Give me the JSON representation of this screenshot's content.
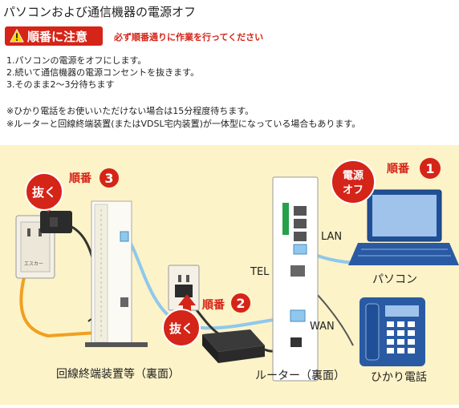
{
  "title": "パソコンおよび通信機器の電源オフ",
  "warning": {
    "badge_label": "順番に注意",
    "note": "必ず順番通りに作業を行ってください"
  },
  "steps": [
    "1.パソコンの電源をオフにします。",
    "2.続いて通信機器の電源コンセントを抜きます。",
    "3.そのまま2〜3分待ちます"
  ],
  "notes": [
    "※ひかり電話をお使いいただけない場合は15分程度待ちます。",
    "※ルーターと回線終端装置(またはVDSL宅内装置)が一体型になっている場合もあります。"
  ],
  "diagram": {
    "order_word": "順番",
    "order1": "1",
    "order2": "2",
    "order3": "3",
    "power_off_line1": "電源",
    "power_off_line2": "オフ",
    "unplug": "抜く",
    "unplug2": "抜く",
    "port_lan": "LAN",
    "port_tel": "TEL",
    "port_wan": "WAN",
    "device_pc": "パソコン",
    "device_onu": "回線終端装置等（裏面）",
    "device_router": "ルーター（裏面）",
    "device_phone": "ひかり電話",
    "colors": {
      "accent_red": "#d52418",
      "lan_cable": "#8fc8ec",
      "orange_cable": "#f0a020",
      "background": "#fdf3c8"
    }
  }
}
